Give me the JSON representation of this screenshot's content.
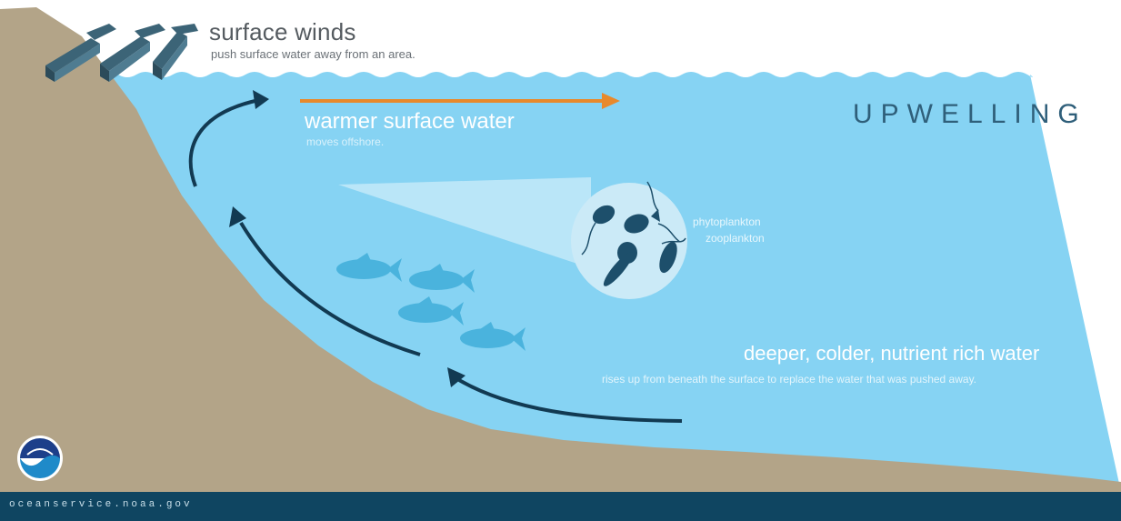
{
  "colors": {
    "ocean": "#86d3f3",
    "land": "#b3a488",
    "sky": "#ffffff",
    "footer": "#0f4561",
    "arrow_current": "#123a52",
    "arrow_surface": "#e8892b",
    "fish": "#4ab3dd",
    "plankton": "#1d4f6b",
    "wind_block": "#3c6477"
  },
  "icons": [
    "wind-block-icon",
    "fish-icon",
    "phytoplankton-icon",
    "zooplankton-icon",
    "noaa-logo"
  ],
  "labels": {
    "winds_title": "surface winds",
    "winds_sub": "push surface water away from an area.",
    "warm_title": "warmer surface water",
    "warm_sub": "moves offshore.",
    "upwelling": "UPWELLING",
    "phytoplankton": "phytoplankton",
    "zooplankton": "zooplankton",
    "deep_title": "deeper, colder, nutrient rich water",
    "deep_sub": "rises up from beneath the surface to replace the water that was pushed away."
  },
  "footer": {
    "url": "oceanservice.noaa.gov"
  }
}
